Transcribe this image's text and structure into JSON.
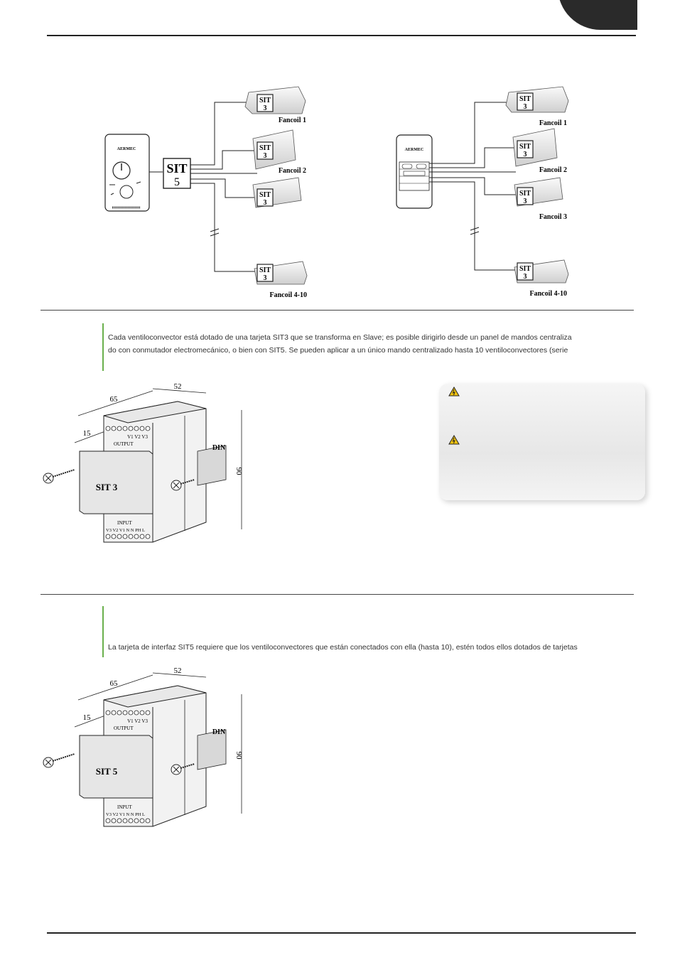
{
  "diagram_left": {
    "hub_label_line1": "SIT",
    "hub_label_line2": "5",
    "brand": "AERMEC",
    "fancoils": [
      {
        "card_line1": "SIT",
        "card_line2": "3",
        "label": "Fancoil 1"
      },
      {
        "card_line1": "SIT",
        "card_line2": "3",
        "label": "Fancoil 2"
      },
      {
        "card_line1": "SIT",
        "card_line2": "3",
        "label": ""
      },
      {
        "card_line1": "SIT",
        "card_line2": "3",
        "label": "Fancoil 4-10"
      }
    ]
  },
  "diagram_right": {
    "brand": "AERMEC",
    "fancoils": [
      {
        "card_line1": "SIT",
        "card_line2": "3",
        "label": "Fancoil 1"
      },
      {
        "card_line1": "SIT",
        "card_line2": "3",
        "label": "Fancoil 2"
      },
      {
        "card_line1": "SIT",
        "card_line2": "3",
        "label": "Fancoil 3"
      },
      {
        "card_line1": "SIT",
        "card_line2": "3",
        "label": "Fancoil 4-10"
      }
    ]
  },
  "section_sit3": {
    "paragraph_line1": "Cada ventiloconvector está dotado de una tarjeta SIT3 que se transforma en Slave; es posible dirigirlo desde un panel de mandos centraliza",
    "paragraph_line2": "do con conmutador electromecánico, o bien con SIT5. Se pueden aplicar a un único mando centralizado hasta 10 ventiloconvectores (serie",
    "drawing": {
      "dim_width": "65",
      "dim_depth": "52",
      "dim_offset": "15",
      "dim_height": "90",
      "output_label": "OUTPUT",
      "output_terms": "V1 V2 V3",
      "input_label": "INPUT",
      "input_terms": "V3 V2 V1  N   N  PH  L",
      "din_label": "DIN",
      "card_label": "SIT 3"
    }
  },
  "section_sit5": {
    "paragraph_line1": "La tarjeta de interfaz SIT5 requiere que los ventiloconvectores que están conectados con ella (hasta 10), estén todos ellos dotados de tarjetas",
    "drawing": {
      "dim_width": "65",
      "dim_depth": "52",
      "dim_offset": "15",
      "dim_height": "90",
      "output_label": "OUTPUT",
      "output_terms": "V1 V2 V3",
      "input_label": "INPUT",
      "input_terms": "V3 V2 V1  N   N  PH  L",
      "din_label": "DIN",
      "card_label": "SIT 5"
    }
  },
  "colors": {
    "accent_green": "#6ab04c",
    "tab_dark": "#2a2a2a",
    "warning_yellow": "#f2c40f"
  },
  "icons": [
    "warning-icon",
    "warning-icon",
    "screw-icon"
  ]
}
